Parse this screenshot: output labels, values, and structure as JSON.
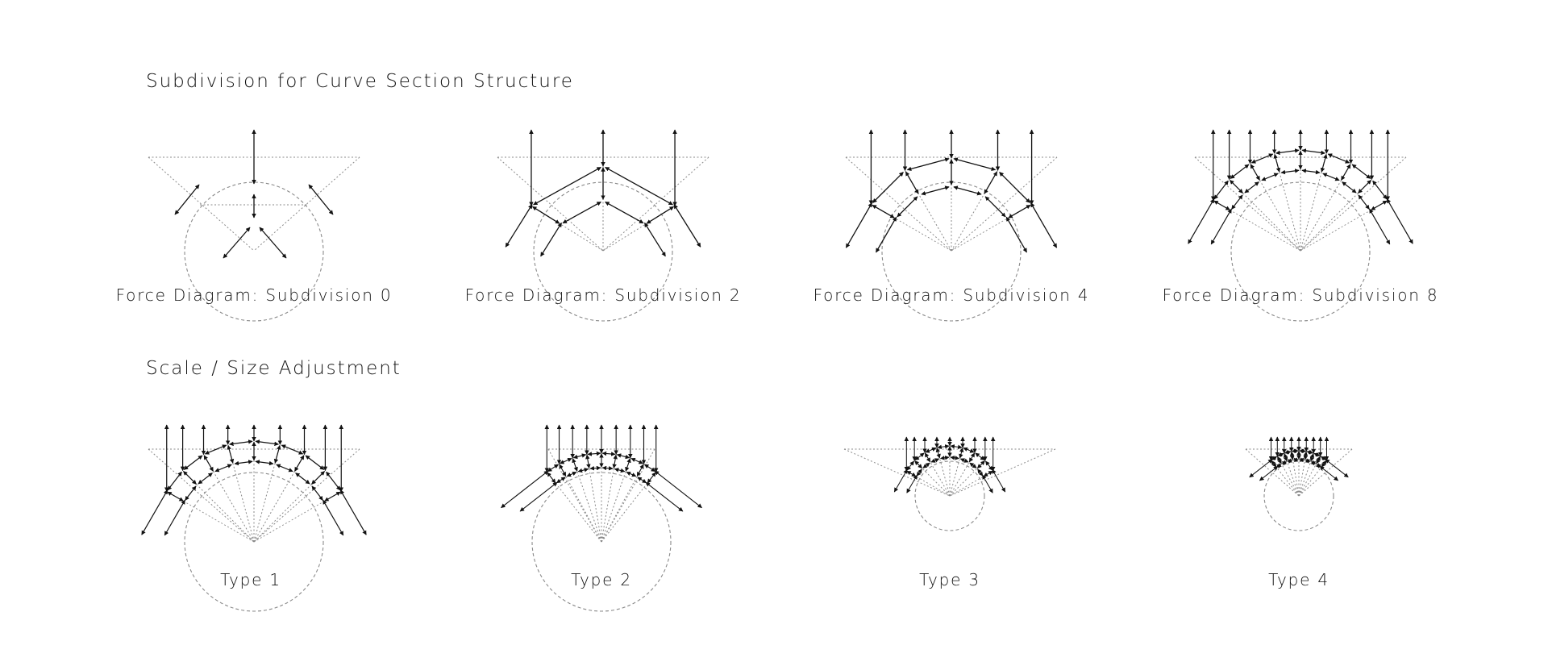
{
  "sections": {
    "subdivision_title": "Subdivision for Curve Section Structure",
    "scale_title": "Scale / Size Adjustment"
  },
  "subdivision_diagrams": [
    {
      "caption": "Force Diagram: Subdivision 0",
      "subdivisions": 0
    },
    {
      "caption": "Force Diagram: Subdivision 2",
      "subdivisions": 2
    },
    {
      "caption": "Force Diagram: Subdivision 4",
      "subdivisions": 4
    },
    {
      "caption": "Force Diagram: Subdivision 8",
      "subdivisions": 8
    }
  ],
  "scale_diagrams": [
    {
      "caption": "Type 1"
    },
    {
      "caption": "Type 2"
    },
    {
      "caption": "Type 3"
    },
    {
      "caption": "Type 4"
    }
  ],
  "colors": {
    "line": "#111111",
    "construction": "#8a8a8a",
    "background": "#ffffff"
  }
}
